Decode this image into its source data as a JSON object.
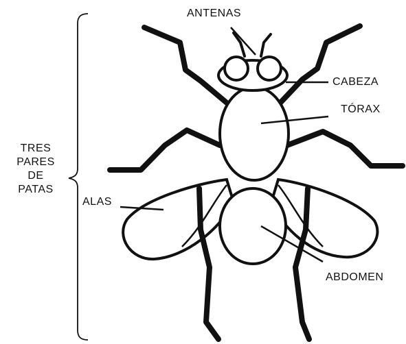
{
  "labels": {
    "antenas": "ANTENAS",
    "cabeza": "CABEZA",
    "torax": "TÓRAX",
    "legs_line1": "TRES",
    "legs_line2": "PARES",
    "legs_line3": "DE",
    "legs_line4": "PATAS",
    "alas": "ALAS",
    "abdomen": "ABDOMEN"
  },
  "colors": {
    "ink": "#111111",
    "background": "#ffffff"
  }
}
